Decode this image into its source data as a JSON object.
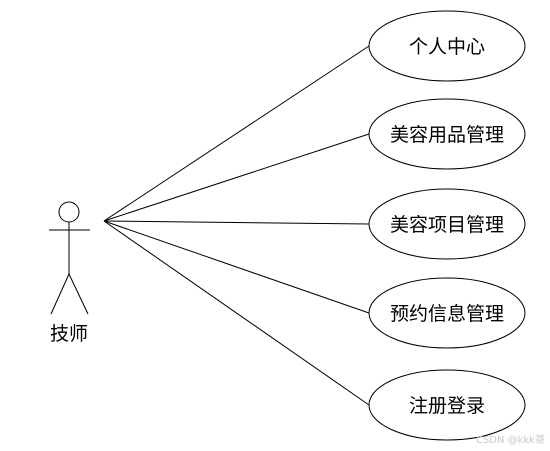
{
  "actor": {
    "label": "技师"
  },
  "use_cases": [
    {
      "label": "个人中心"
    },
    {
      "label": "美容用品管理"
    },
    {
      "label": "美容项目管理"
    },
    {
      "label": "预约信息管理"
    },
    {
      "label": "注册登录"
    }
  ],
  "watermark": "CSDN @kkk哥"
}
